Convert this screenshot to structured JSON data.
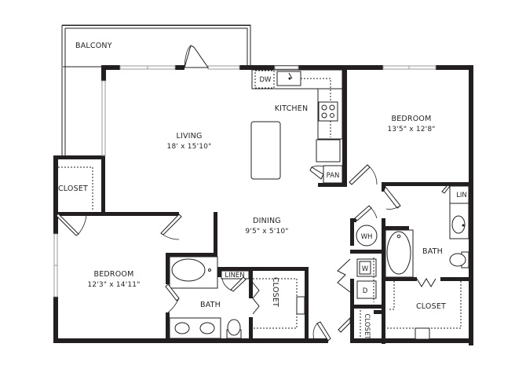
{
  "floorplan": {
    "colors": {
      "wall": "#231f20",
      "background": "#ffffff",
      "window": "#9a9a9a"
    },
    "rooms": {
      "balcony": {
        "name": "BALCONY"
      },
      "living": {
        "name": "LIVING",
        "size": "18' x 15'10\""
      },
      "kitchen": {
        "name": "KITCHEN"
      },
      "dining": {
        "name": "DINING",
        "size": "9'5\" x 5'10\""
      },
      "bedroom_right": {
        "name": "BEDROOM",
        "size": "13'5\" x 12'8\""
      },
      "bedroom_left": {
        "name": "BEDROOM",
        "size": "12'3\" x 14'11\""
      },
      "closet_left": {
        "name": "CLOSET"
      },
      "bath_left": {
        "name": "BATH"
      },
      "linen_left": {
        "name": "LINEN"
      },
      "closet_center": {
        "name": "CLOSET"
      },
      "bath_right": {
        "name": "BATH"
      },
      "lin_right": {
        "name": "LIN"
      },
      "closet_right": {
        "name": "CLOSET"
      },
      "closet_small": {
        "name": "CLOSET"
      }
    },
    "fixtures": {
      "dishwasher": "DW",
      "pantry": "PAN",
      "water_heater": "WH",
      "washer": "W",
      "dryer": "D"
    }
  }
}
